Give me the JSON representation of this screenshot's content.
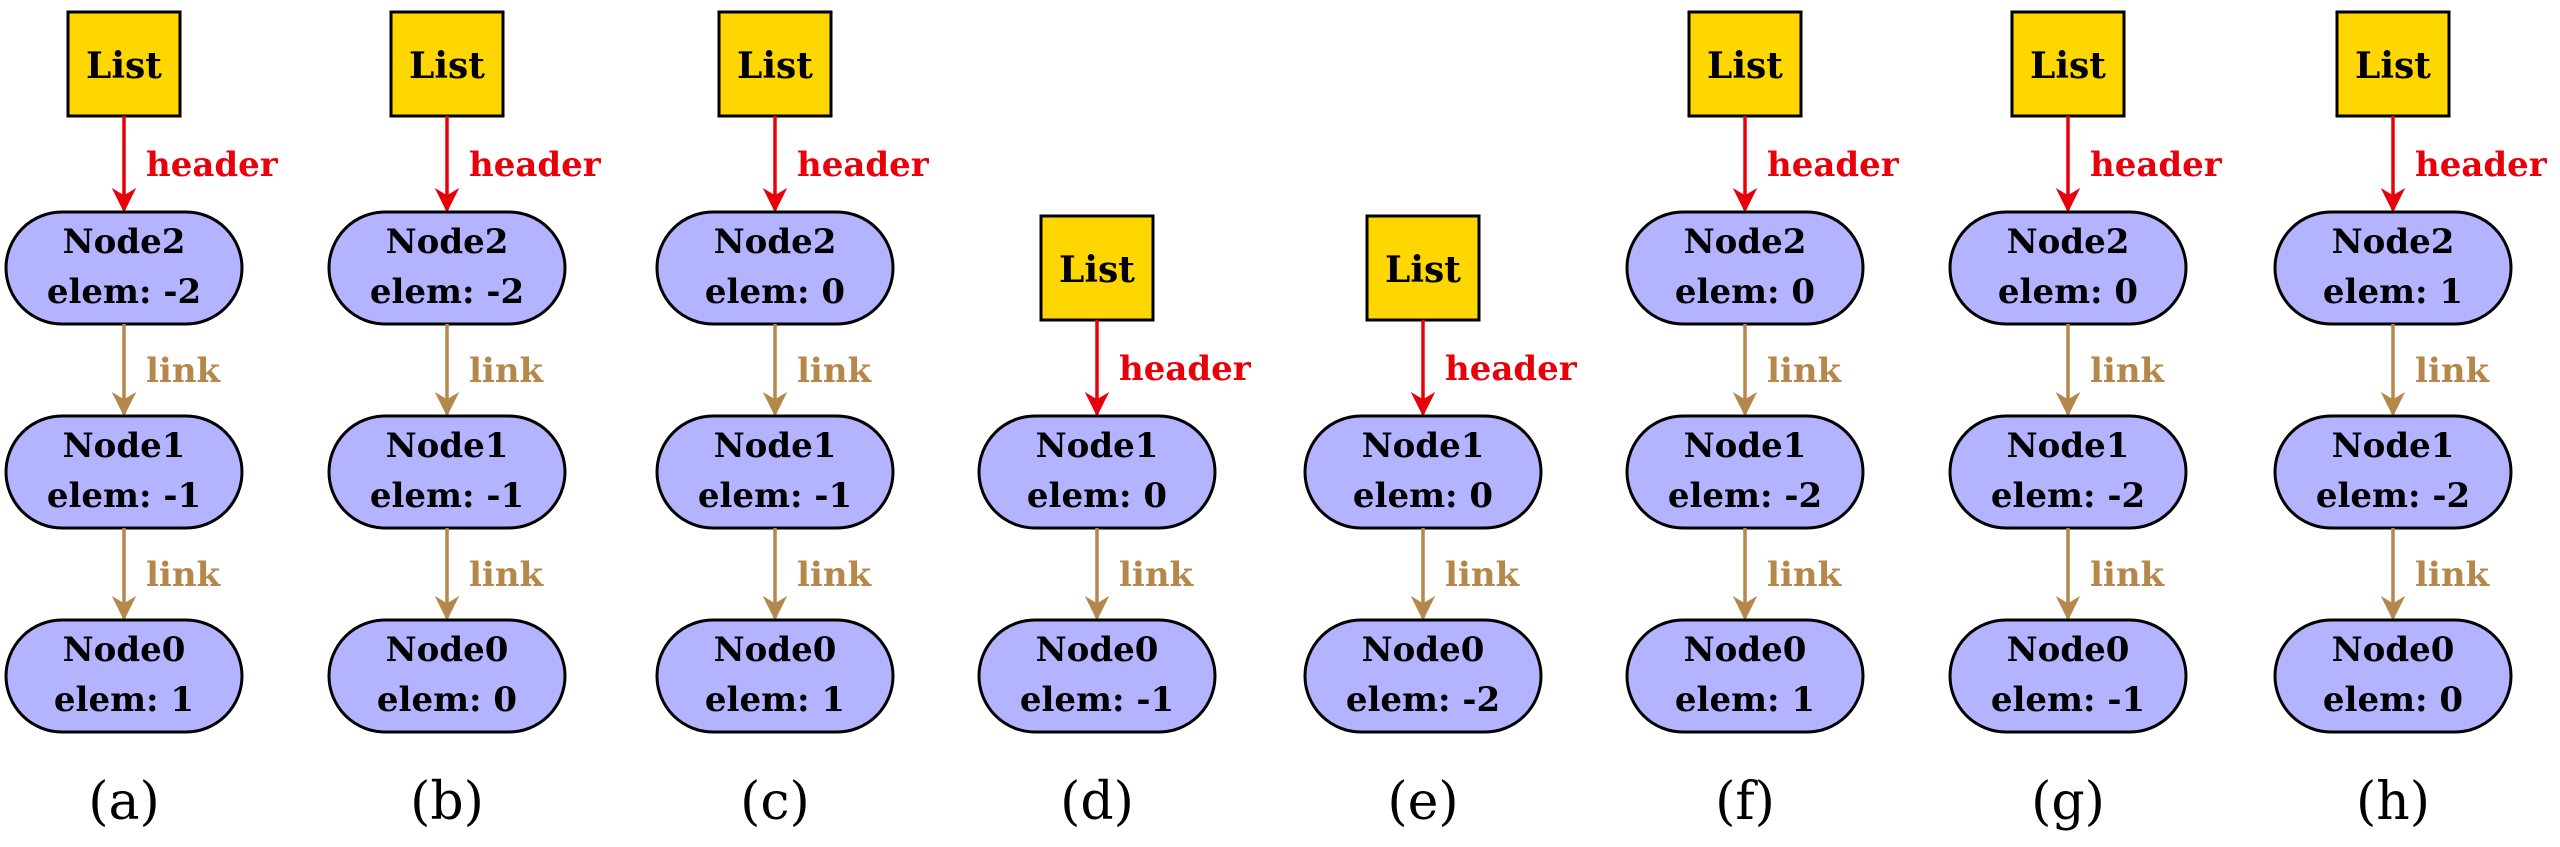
{
  "colors": {
    "list_fill": "#FFD700",
    "node_fill": "#B3B3FF",
    "header_arrow": "#E8000B",
    "link_arrow": "#B5874B",
    "outline": "#000000"
  },
  "diagrams": [
    {
      "label": "(a)",
      "list": "List",
      "header": "header",
      "link": "link",
      "nodes": [
        {
          "name": "Node2",
          "elem": "elem: -2"
        },
        {
          "name": "Node1",
          "elem": "elem: -1"
        },
        {
          "name": "Node0",
          "elem": "elem: 1"
        }
      ]
    },
    {
      "label": "(b)",
      "list": "List",
      "header": "header",
      "link": "link",
      "nodes": [
        {
          "name": "Node2",
          "elem": "elem: -2"
        },
        {
          "name": "Node1",
          "elem": "elem: -1"
        },
        {
          "name": "Node0",
          "elem": "elem: 0"
        }
      ]
    },
    {
      "label": "(c)",
      "list": "List",
      "header": "header",
      "link": "link",
      "nodes": [
        {
          "name": "Node2",
          "elem": "elem: 0"
        },
        {
          "name": "Node1",
          "elem": "elem: -1"
        },
        {
          "name": "Node0",
          "elem": "elem: 1"
        }
      ]
    },
    {
      "label": "(d)",
      "list": "List",
      "header": "header",
      "link": "link",
      "nodes": [
        {
          "name": "Node1",
          "elem": "elem: 0"
        },
        {
          "name": "Node0",
          "elem": "elem: -1"
        }
      ]
    },
    {
      "label": "(e)",
      "list": "List",
      "header": "header",
      "link": "link",
      "nodes": [
        {
          "name": "Node1",
          "elem": "elem: 0"
        },
        {
          "name": "Node0",
          "elem": "elem: -2"
        }
      ]
    },
    {
      "label": "(f)",
      "list": "List",
      "header": "header",
      "link": "link",
      "nodes": [
        {
          "name": "Node2",
          "elem": "elem: 0"
        },
        {
          "name": "Node1",
          "elem": "elem: -2"
        },
        {
          "name": "Node0",
          "elem": "elem: 1"
        }
      ]
    },
    {
      "label": "(g)",
      "list": "List",
      "header": "header",
      "link": "link",
      "nodes": [
        {
          "name": "Node2",
          "elem": "elem: 0"
        },
        {
          "name": "Node1",
          "elem": "elem: -2"
        },
        {
          "name": "Node0",
          "elem": "elem: -1"
        }
      ]
    },
    {
      "label": "(h)",
      "list": "List",
      "header": "header",
      "link": "link",
      "nodes": [
        {
          "name": "Node2",
          "elem": "elem: 1"
        },
        {
          "name": "Node1",
          "elem": "elem: -2"
        },
        {
          "name": "Node0",
          "elem": "elem: 0"
        }
      ]
    }
  ]
}
